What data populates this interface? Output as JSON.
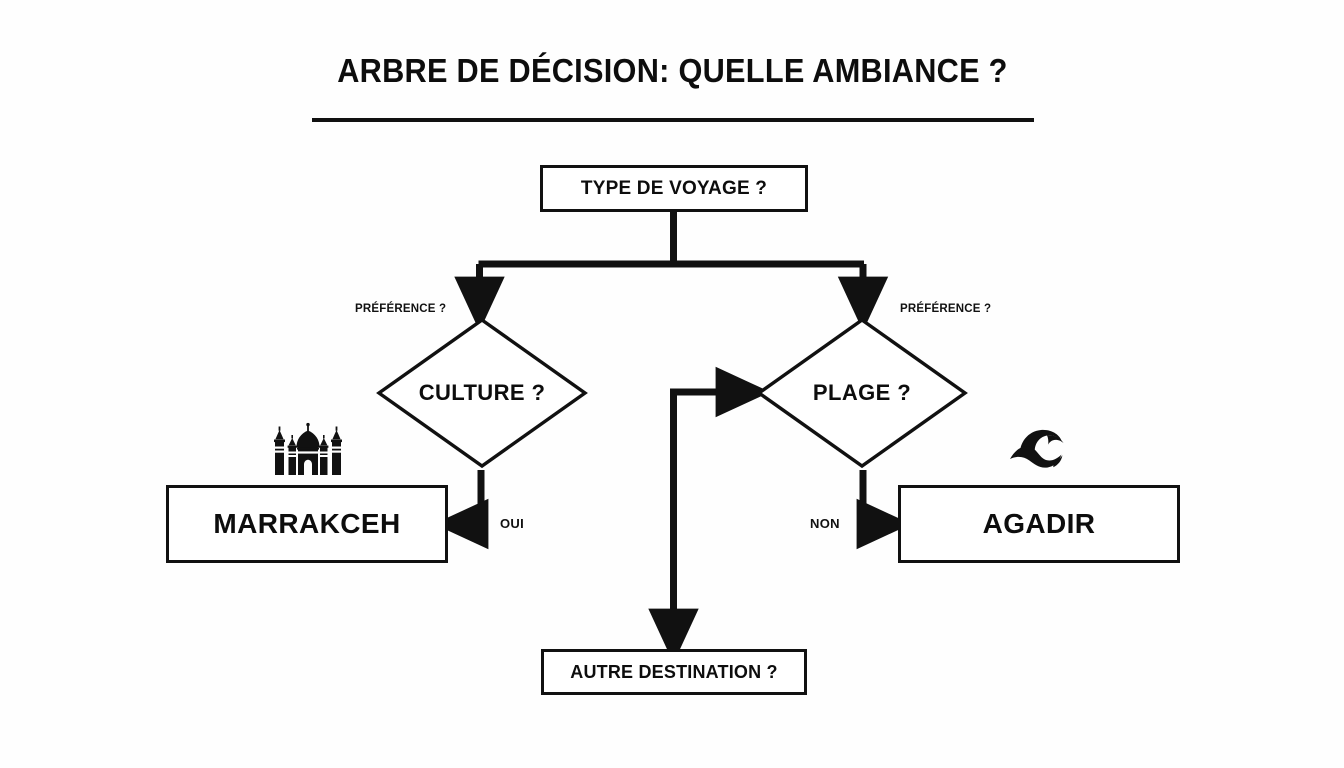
{
  "page": {
    "title": "ARBRE DE DÉCISION: QUELLE AMBIANCE ?",
    "background_color": "#fefefe",
    "ink_color": "#111111"
  },
  "chart_data": {
    "type": "diagram",
    "diagram_kind": "decision-tree-flowchart",
    "title": "ARBRE DE DÉCISION: QUELLE AMBIANCE ?",
    "language": "fr",
    "nodes": [
      {
        "id": "root",
        "label": "TYPE DE VOYAGE ?",
        "shape": "rectangle"
      },
      {
        "id": "culture",
        "label": "CULTURE ?",
        "shape": "diamond"
      },
      {
        "id": "plage",
        "label": "PLAGE ?",
        "shape": "diamond"
      },
      {
        "id": "marrakech",
        "label": "MARRAKCEH",
        "shape": "rectangle",
        "icon": "mosque-icon"
      },
      {
        "id": "agadir",
        "label": "AGADIR",
        "shape": "rectangle",
        "icon": "wave-icon"
      },
      {
        "id": "autre",
        "label": "AUTRE DESTINATION ?",
        "shape": "rectangle"
      }
    ],
    "edges": [
      {
        "from": "root",
        "to": "culture",
        "label": "PRÉFÉRENCE ?"
      },
      {
        "from": "root",
        "to": "plage",
        "label": "PRÉFÉRENCE ?"
      },
      {
        "from": "culture",
        "to": "marrakech",
        "label": "OUI"
      },
      {
        "from": "plage",
        "to": "agadir",
        "label": "NON"
      },
      {
        "from": "culture",
        "to": "plage",
        "label": ""
      },
      {
        "from": "culture",
        "to": "autre",
        "label": ""
      }
    ]
  },
  "nodes": {
    "root": {
      "label": "TYPE DE VOYAGE ?"
    },
    "culture": {
      "label": "CULTURE ?"
    },
    "plage": {
      "label": "PLAGE ?"
    },
    "marrakech": {
      "label": "MARRAKCEH"
    },
    "agadir": {
      "label": "AGADIR"
    },
    "autre": {
      "label": "AUTRE DESTINATION ?"
    }
  },
  "edge_labels": {
    "preference_left": "PRÉFÉRENCE ?",
    "preference_right": "PRÉFÉRENCE ?",
    "oui": "OUI",
    "non": "NON"
  },
  "icons": {
    "mosque": "mosque-icon",
    "wave": "wave-icon"
  }
}
